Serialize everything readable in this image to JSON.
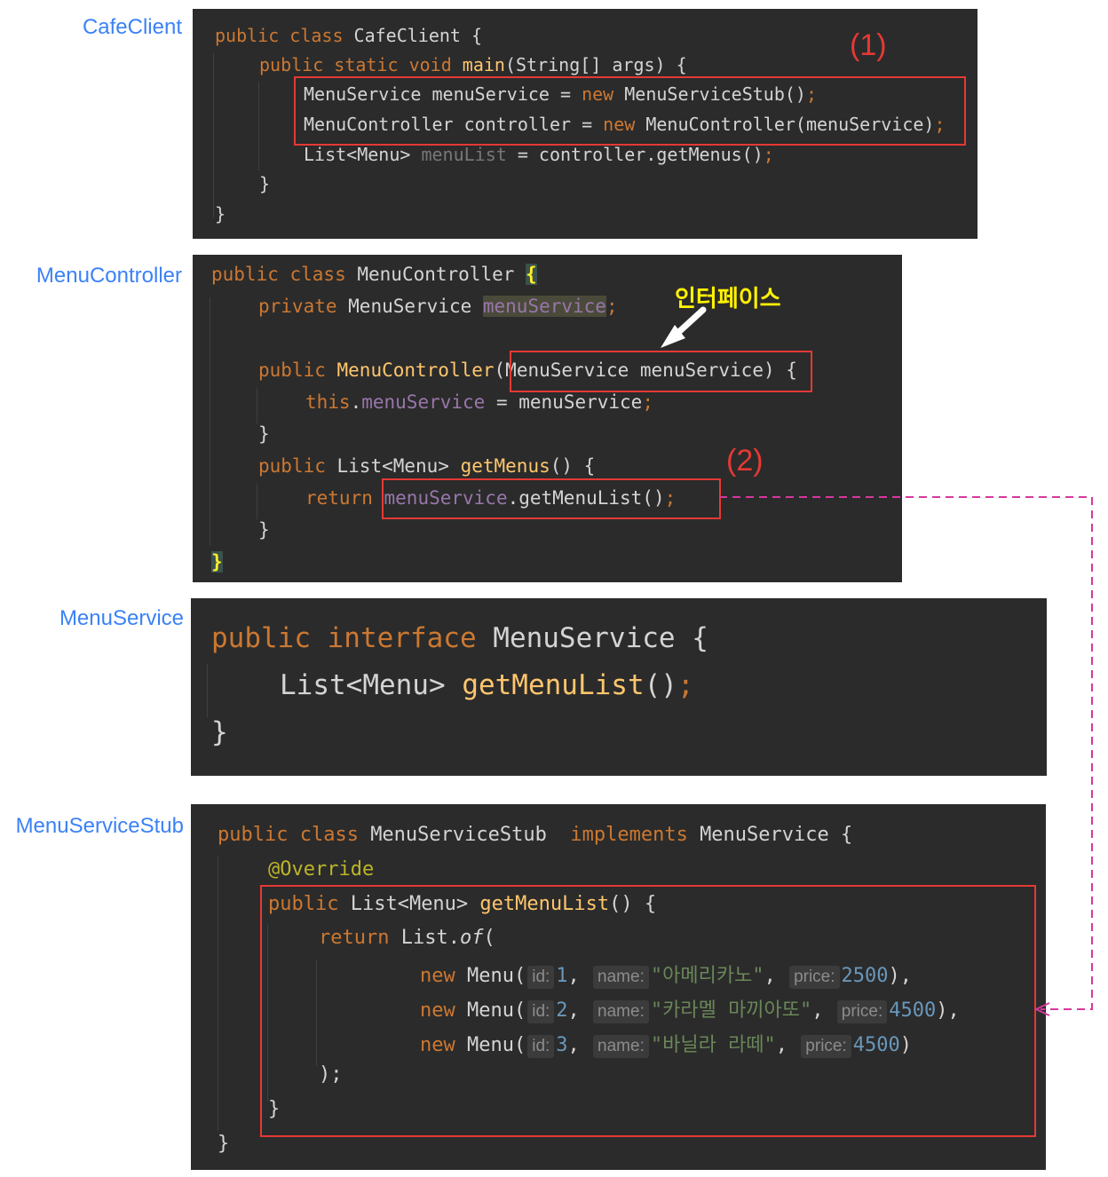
{
  "labels": {
    "cafe_client": "CafeClient",
    "menu_controller": "MenuController",
    "menu_service": "MenuService",
    "menu_service_stub": "MenuServiceStub"
  },
  "annotations": {
    "marker_1": "(1)",
    "marker_2": "(2)",
    "interface_note": "인터페이스"
  },
  "cafe_client": {
    "l1": {
      "a": "public class ",
      "b": "CafeClient {"
    },
    "l2": {
      "a": "public static void ",
      "b": "main",
      "c": "(String[] args) {"
    },
    "l3": {
      "a": "MenuService menuService = ",
      "b": "new ",
      "c": "MenuServiceStub()",
      "d": ";"
    },
    "l4": {
      "a": "MenuController controller = ",
      "b": "new ",
      "c": "MenuController(menuService)",
      "d": ";"
    },
    "l5": {
      "a": "List<Menu> ",
      "b": "menuList",
      "c": " = controller.getMenus()",
      "d": ";"
    },
    "l6": "}",
    "l7": "}"
  },
  "menu_controller": {
    "l1": {
      "a": "public class ",
      "b": "MenuController ",
      "c": "{"
    },
    "l2": {
      "a": "private ",
      "b": "MenuService ",
      "c": "menuService",
      "d": ";"
    },
    "l3": {
      "a": "public ",
      "b": "MenuController",
      "c": "(MenuService menuService) {"
    },
    "l4": {
      "a": "this",
      "b": ".",
      "c": "menuService",
      "d": " = menuService",
      "e": ";"
    },
    "l5": "}",
    "l6": {
      "a": "public ",
      "b": "List<Menu> ",
      "c": "getMenus",
      "d": "() {"
    },
    "l7": {
      "a": "return ",
      "b": "menuService",
      "c": ".getMenuList()",
      "d": ";"
    },
    "l8": "}",
    "l9": "}"
  },
  "menu_service": {
    "l1": {
      "a": "public interface ",
      "b": "MenuService {"
    },
    "l2": {
      "a": "List<Menu> ",
      "b": "getMenuList",
      "c": "()",
      "d": ";"
    },
    "l3": "}"
  },
  "menu_service_stub": {
    "l1": {
      "a": "public class ",
      "b": "MenuServiceStub  ",
      "c": "implements ",
      "d": "MenuService {"
    },
    "l2": "@Override",
    "l3": {
      "a": "public ",
      "b": "List<Menu> ",
      "c": "getMenuList",
      "d": "() {"
    },
    "l4": {
      "a": "return ",
      "b": "List.",
      "c": "of",
      "d": "("
    },
    "menu_rows": [
      {
        "kw": "new ",
        "ctor": "Menu(",
        "id_hint": "id:",
        "id": "1",
        "name_hint": "name:",
        "name": "\"아메리카노\"",
        "price_hint": "price:",
        "price": "2500",
        "end": "),"
      },
      {
        "kw": "new ",
        "ctor": "Menu(",
        "id_hint": "id:",
        "id": "2",
        "name_hint": "name:",
        "name": "\"카라멜 마끼아또\"",
        "price_hint": "price:",
        "price": "4500",
        "end": "),"
      },
      {
        "kw": "new ",
        "ctor": "Menu(",
        "id_hint": "id:",
        "id": "3",
        "name_hint": "name:",
        "name": "\"바닐라 라떼\"",
        "price_hint": "price:",
        "price": "4500",
        "end": ")"
      }
    ],
    "l8": ");",
    "l9": "}",
    "l10": "}"
  },
  "colors": {
    "panel_bg": "#2b2b2b",
    "keyword": "#cc7832",
    "method": "#ffc66d",
    "field": "#9876aa",
    "string": "#6a8759",
    "number": "#6897bb",
    "annotation": "#bbb529",
    "highlight_box": "#e53935",
    "dashed_arrow": "#d6389c",
    "label_blue": "#3b82f6",
    "callout_yellow": "#fff200"
  }
}
